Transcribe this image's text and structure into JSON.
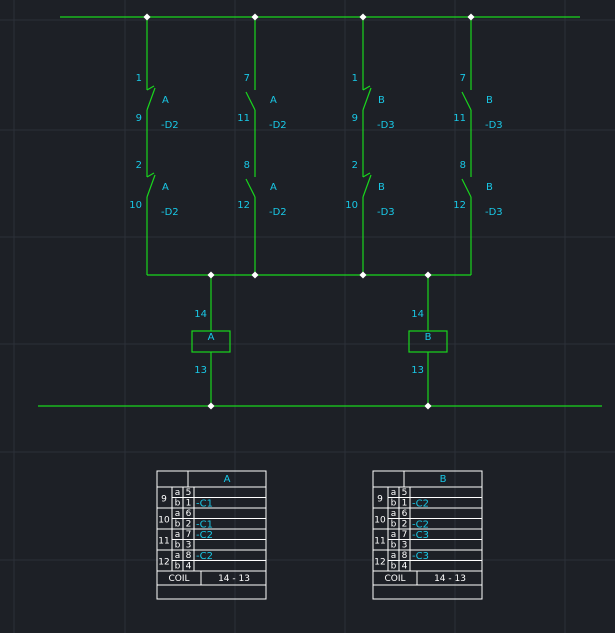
{
  "colors": {
    "background": "#1d2026",
    "grid": "#2c3038",
    "wire": "#19d61d",
    "text": "#19c8e6",
    "node": "#ffffff",
    "table": "#ffffff"
  },
  "contacts": [
    {
      "id": "c1",
      "top_pin": "1",
      "bottom_pin": "9",
      "letter": "A",
      "device": "-D2",
      "kind": "nc"
    },
    {
      "id": "c2",
      "top_pin": "7",
      "bottom_pin": "11",
      "letter": "A",
      "device": "-D2",
      "kind": "no"
    },
    {
      "id": "c3",
      "top_pin": "1",
      "bottom_pin": "9",
      "letter": "B",
      "device": "-D3",
      "kind": "nc"
    },
    {
      "id": "c4",
      "top_pin": "7",
      "bottom_pin": "11",
      "letter": "B",
      "device": "-D3",
      "kind": "no"
    },
    {
      "id": "c5",
      "top_pin": "2",
      "bottom_pin": "10",
      "letter": "A",
      "device": "-D2",
      "kind": "nc"
    },
    {
      "id": "c6",
      "top_pin": "8",
      "bottom_pin": "12",
      "letter": "A",
      "device": "-D2",
      "kind": "no"
    },
    {
      "id": "c7",
      "top_pin": "2",
      "bottom_pin": "10",
      "letter": "B",
      "device": "-D3",
      "kind": "nc"
    },
    {
      "id": "c8",
      "top_pin": "8",
      "bottom_pin": "12",
      "letter": "B",
      "device": "-D3",
      "kind": "no"
    }
  ],
  "coils": [
    {
      "id": "coil-a",
      "label": "A",
      "top_pin": "14",
      "bottom_pin": "13"
    },
    {
      "id": "coil-b",
      "label": "B",
      "top_pin": "14",
      "bottom_pin": "13"
    }
  ],
  "tables": [
    {
      "id": "table-a",
      "header": "A",
      "groups": [
        {
          "num": "9",
          "rows": [
            {
              "t": "a",
              "n": "5",
              "ref": ""
            },
            {
              "t": "b",
              "n": "1",
              "ref": "-C1"
            }
          ]
        },
        {
          "num": "10",
          "rows": [
            {
              "t": "a",
              "n": "6",
              "ref": ""
            },
            {
              "t": "b",
              "n": "2",
              "ref": "-C1"
            }
          ]
        },
        {
          "num": "11",
          "rows": [
            {
              "t": "a",
              "n": "7",
              "ref": "-C2"
            },
            {
              "t": "b",
              "n": "3",
              "ref": ""
            }
          ]
        },
        {
          "num": "12",
          "rows": [
            {
              "t": "a",
              "n": "8",
              "ref": "-C2"
            },
            {
              "t": "b",
              "n": "4",
              "ref": ""
            }
          ]
        }
      ],
      "coil_label": "COIL",
      "coil_pins": "14 - 13"
    },
    {
      "id": "table-b",
      "header": "B",
      "groups": [
        {
          "num": "9",
          "rows": [
            {
              "t": "a",
              "n": "5",
              "ref": ""
            },
            {
              "t": "b",
              "n": "1",
              "ref": "-C2"
            }
          ]
        },
        {
          "num": "10",
          "rows": [
            {
              "t": "a",
              "n": "6",
              "ref": ""
            },
            {
              "t": "b",
              "n": "2",
              "ref": "-C2"
            }
          ]
        },
        {
          "num": "11",
          "rows": [
            {
              "t": "a",
              "n": "7",
              "ref": "-C3"
            },
            {
              "t": "b",
              "n": "3",
              "ref": ""
            }
          ]
        },
        {
          "num": "12",
          "rows": [
            {
              "t": "a",
              "n": "8",
              "ref": "-C3"
            },
            {
              "t": "b",
              "n": "4",
              "ref": ""
            }
          ]
        }
      ],
      "coil_label": "COIL",
      "coil_pins": "14 - 13"
    }
  ]
}
